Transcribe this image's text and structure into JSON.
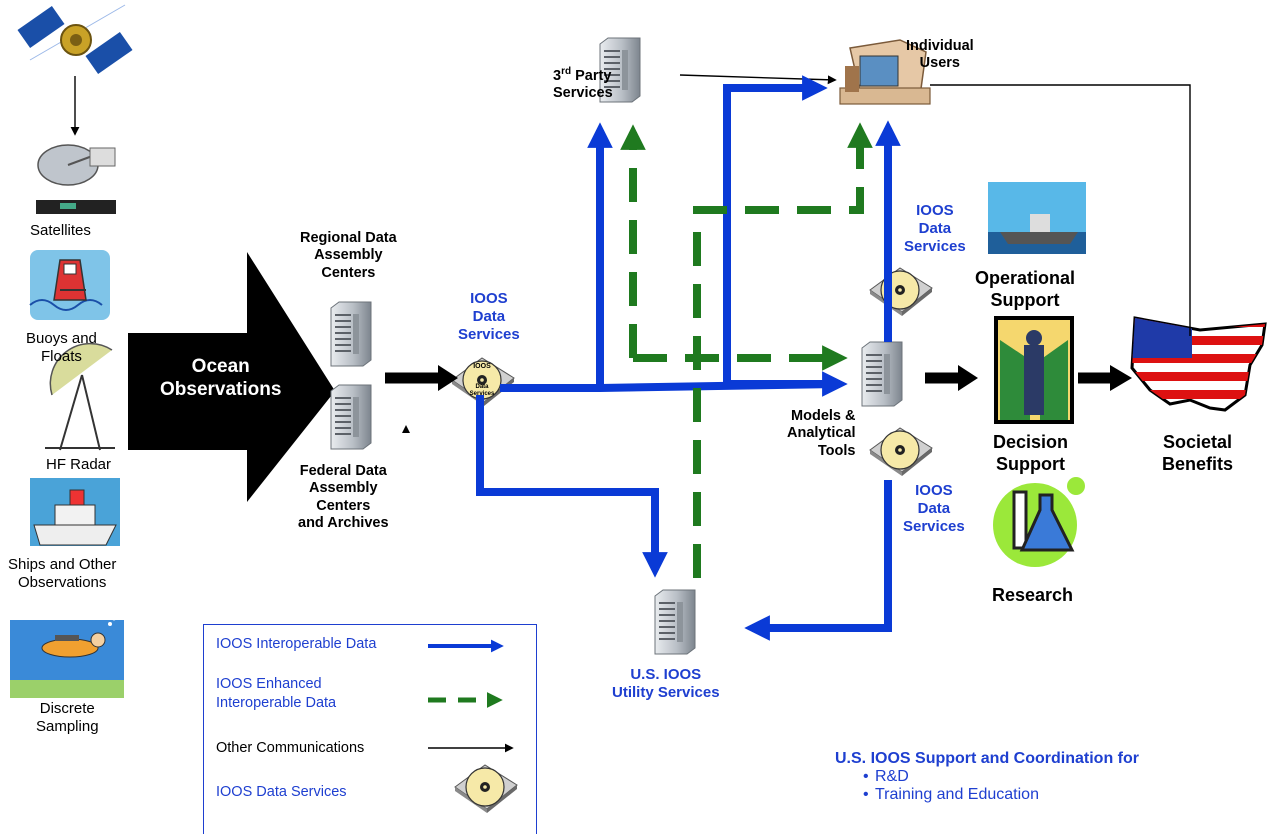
{
  "sources": {
    "satellites": "Satellites",
    "buoys": "Buoys and\nFloats",
    "radar": "HF Radar",
    "ships": "Ships and Other\nObservations",
    "sampling": "Discrete\nSampling"
  },
  "ocean_observations": "Ocean\nObservations",
  "regional_centers": "Regional Data\nAssembly\nCenters",
  "federal_centers": "Federal Data\nAssembly\nCenters\nand Archives",
  "ioos_services_left": "IOOS\nData\nServices",
  "third_party": {
    "prefix": "3",
    "sup": "rd",
    "rest": " Party\nServices"
  },
  "individual_users": "Individual\nUsers",
  "ioos_services_upper_right": "IOOS\nData\nServices",
  "ioos_services_lower_right": "IOOS\nData\nServices",
  "operational_support": "Operational\nSupport",
  "models_tools": "Models &\nAnalytical\nTools",
  "decision_support": "Decision\nSupport",
  "societal_benefits": "Societal\nBenefits",
  "research": "Research",
  "utility_services": "U.S. IOOS\nUtility Services",
  "disc_label": {
    "l1": "IOOS",
    "l2": "Data",
    "l3": "Services"
  },
  "legend": {
    "interoperable": "IOOS Interoperable Data",
    "enhanced": "IOOS Enhanced\nInteroperable Data",
    "other": "Other Communications",
    "services": "IOOS Data Services"
  },
  "support": {
    "heading": "U.S. IOOS Support and Coordination for",
    "items": [
      "R&D",
      "Training and Education"
    ]
  },
  "colors": {
    "interoperable": "#0a3ad6",
    "enhanced": "#1f7a1f",
    "label_blue": "#1e3fd0",
    "other": "#000000"
  }
}
